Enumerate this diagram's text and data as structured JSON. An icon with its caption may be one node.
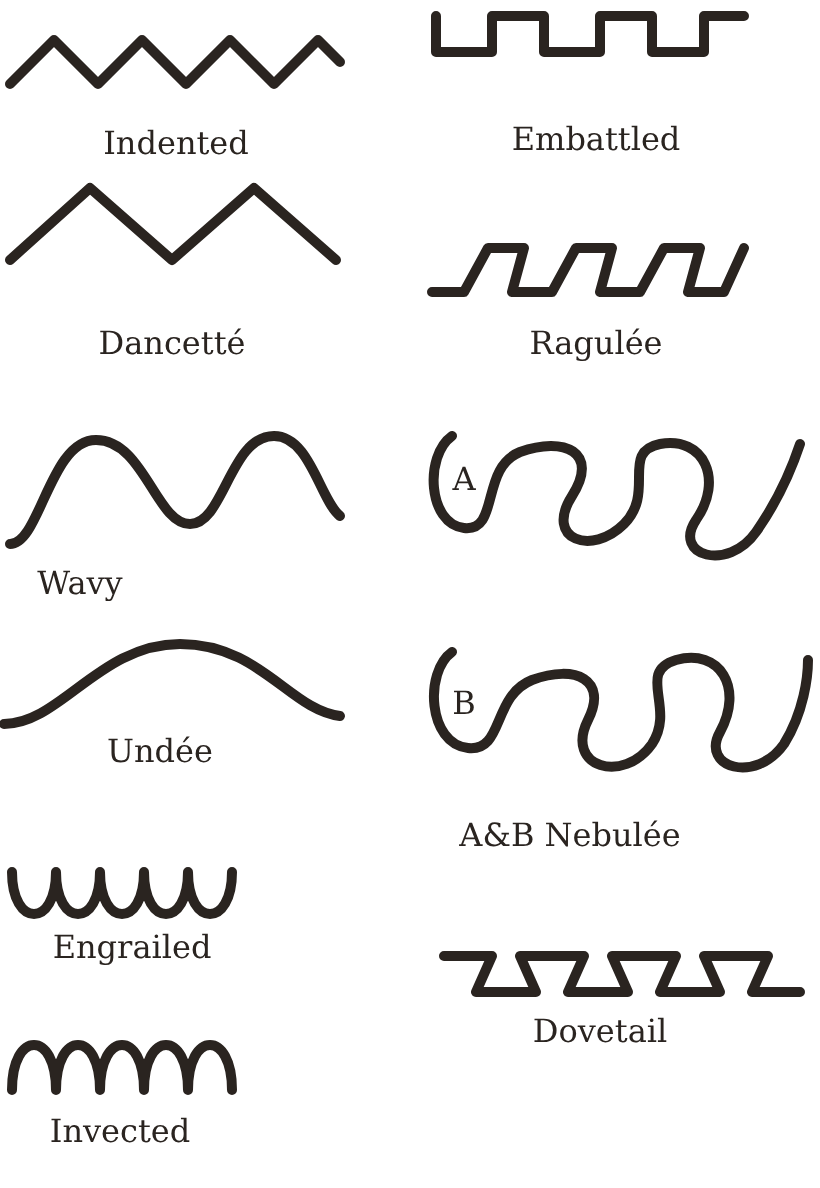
{
  "diagram": {
    "labels": [
      "Indented",
      "Embattled",
      "Dancetté",
      "Ragulée",
      "A",
      "Wavy",
      "B",
      "Undée",
      "A&B Nebulée",
      "Engrailed",
      "Dovetail",
      "Invected"
    ]
  }
}
